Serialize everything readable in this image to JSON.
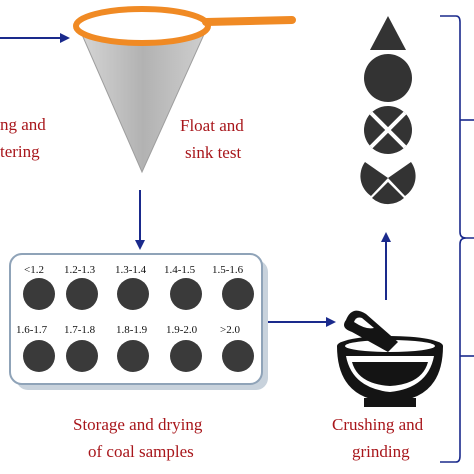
{
  "labels": {
    "left_top": "ng and",
    "left_bottom": "tering",
    "float_top": "Float and",
    "float_bottom": "sink test",
    "storage_top": "Storage and drying",
    "storage_bottom": "of coal samples",
    "crushing_top": "Crushing and",
    "crushing_bottom": "grinding"
  },
  "density_ranges": {
    "row1": [
      "<1.2",
      "1.2-1.3",
      "1.3-1.4",
      "1.4-1.5",
      "1.5-1.6"
    ],
    "row2": [
      "1.6-1.7",
      "1.7-1.8",
      "1.8-1.9",
      "1.9-2.0",
      ">2.0"
    ]
  },
  "colors": {
    "label_text": "#a8161b",
    "arrow": "#1a2a8c",
    "strainer_rim": "#f08a24",
    "cone_fill": "#bdbdbd",
    "dish_border": "#8fa3b8",
    "sample_dot": "#3a3a3a",
    "shape_fill": "#333333",
    "bracket": "#1a2a8c"
  },
  "icons": [
    "strainer-icon",
    "mortar-pestle-icon",
    "particle-shapes-icon"
  ]
}
